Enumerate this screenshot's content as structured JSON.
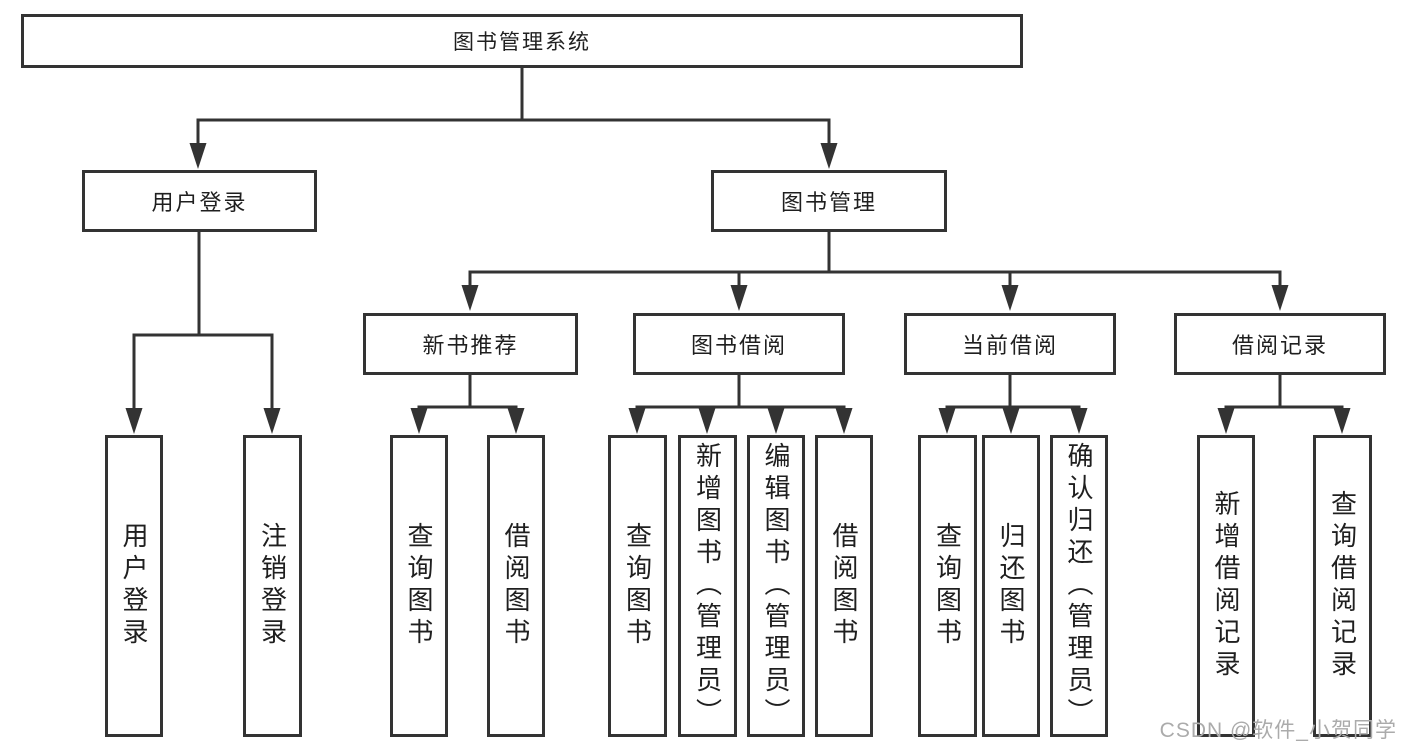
{
  "diagram": {
    "type": "hierarchy-tree",
    "root": {
      "label": "图书管理系统",
      "children": [
        {
          "label": "用户登录",
          "children": [
            {
              "label": "用户登录"
            },
            {
              "label": "注销登录"
            }
          ]
        },
        {
          "label": "图书管理",
          "children": [
            {
              "label": "新书推荐",
              "children": [
                {
                  "label": "查询图书"
                },
                {
                  "label": "借阅图书"
                }
              ]
            },
            {
              "label": "图书借阅",
              "children": [
                {
                  "label": "查询图书"
                },
                {
                  "label": "新增图书（管理员）"
                },
                {
                  "label": "编辑图书（管理员）"
                },
                {
                  "label": "借阅图书"
                }
              ]
            },
            {
              "label": "当前借阅",
              "children": [
                {
                  "label": "查询图书"
                },
                {
                  "label": "归还图书"
                },
                {
                  "label": "确认归还（管理员）"
                }
              ]
            },
            {
              "label": "借阅记录",
              "children": [
                {
                  "label": "新增借阅记录"
                },
                {
                  "label": "查询借阅记录"
                }
              ]
            }
          ]
        }
      ]
    },
    "colors": {
      "line": "#333333",
      "text": "#1f1f1f",
      "background": "#ffffff",
      "watermark": "#ababab"
    }
  },
  "watermark": {
    "text": "CSDN @软件_小贺同学"
  }
}
